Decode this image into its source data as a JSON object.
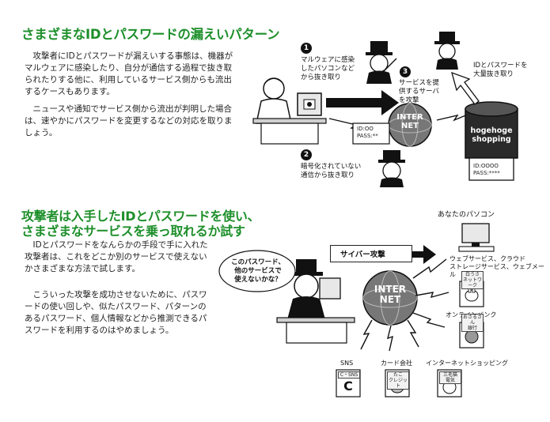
{
  "section1": {
    "heading": "さまざまなIDとパスワードの漏えいパターン",
    "para1": "攻撃者にIDとパスワードが漏えいする事態は、機器がマルウェアに感染したり、自分が通信する過程で抜き取られたりする他に、利用しているサービス側からも流出するケースもあります。",
    "para2": "ニュースや通知でサービス側から流出が判明した場合は、速やかにパスワードを変更するなどの対応を取りましょう。",
    "diagram": {
      "step1_num": "1",
      "step1_label_l1": "マルウェアに感染",
      "step1_label_l2": "したパソコンなど",
      "step1_label_l3": "から抜き取り",
      "step2_num": "2",
      "step2_label_l1": "暗号化されていない",
      "step2_label_l2": "通信から抜き取り",
      "step3_num": "3",
      "step3_label_l1": "サービスを提",
      "step3_label_l2": "供するサーバ",
      "step3_label_l3": "を攻撃",
      "mass_label_l1": "IDとパスワードを",
      "mass_label_l2": "大量抜き取り",
      "internet_l1": "INTER",
      "internet_l2": "NET",
      "card_id": "ID:OO",
      "card_pass": "PASS:**",
      "shop_l1": "hogehoge",
      "shop_l2": "shopping",
      "shop_id": "ID:OOOO",
      "shop_pass": "PASS:****"
    }
  },
  "section2": {
    "heading_l1": "攻撃者は入手したIDとパスワードを使い、",
    "heading_l2": "さまざまなサービスを乗っ取れるか試す",
    "para1": "IDとパスワードをなんらかの手段で手に入れた攻撃者は、これをどこか別のサービスで使えないかさまざまな方法で試します。",
    "para2": "こういった攻撃を成功させないために、パスワードの使い回しや、似たパスワード、パターンのあるパスワード、個人情報などから推測できるパスワードを利用するのはやめましょう。",
    "diagram": {
      "thought_l1": "このパスワード、",
      "thought_l2": "他のサービスで",
      "thought_l3": "使えないかな？",
      "cyber_attack": "サイバー攻撃",
      "your_pc": "あなたのパソコン",
      "cloud_l1": "ウェブサービス、クラウド",
      "cloud_l2": "ストレージサービス、ウェブメール",
      "online_bank": "オンラインバンク",
      "sns": "SNS",
      "card_company": "カード会社",
      "internet_shopping": "インターネットショッピング",
      "internet_l1": "INTER",
      "internet_l2": "NET",
      "svc_network_l1": "白うさ",
      "svc_network_l2": "ネットワーク",
      "svc_bank_l1": "おさるさん",
      "svc_bank_l2": "銀行",
      "svc_sns": "C・SNS",
      "svc_card_l1": "たこ",
      "svc_card_l2": "クレジット",
      "svc_shop_l1": "三毛猫",
      "svc_shop_l2": "電気"
    }
  },
  "colors": {
    "heading_green": "#1d8f2a",
    "shop_dark": "#2a2a2a"
  }
}
